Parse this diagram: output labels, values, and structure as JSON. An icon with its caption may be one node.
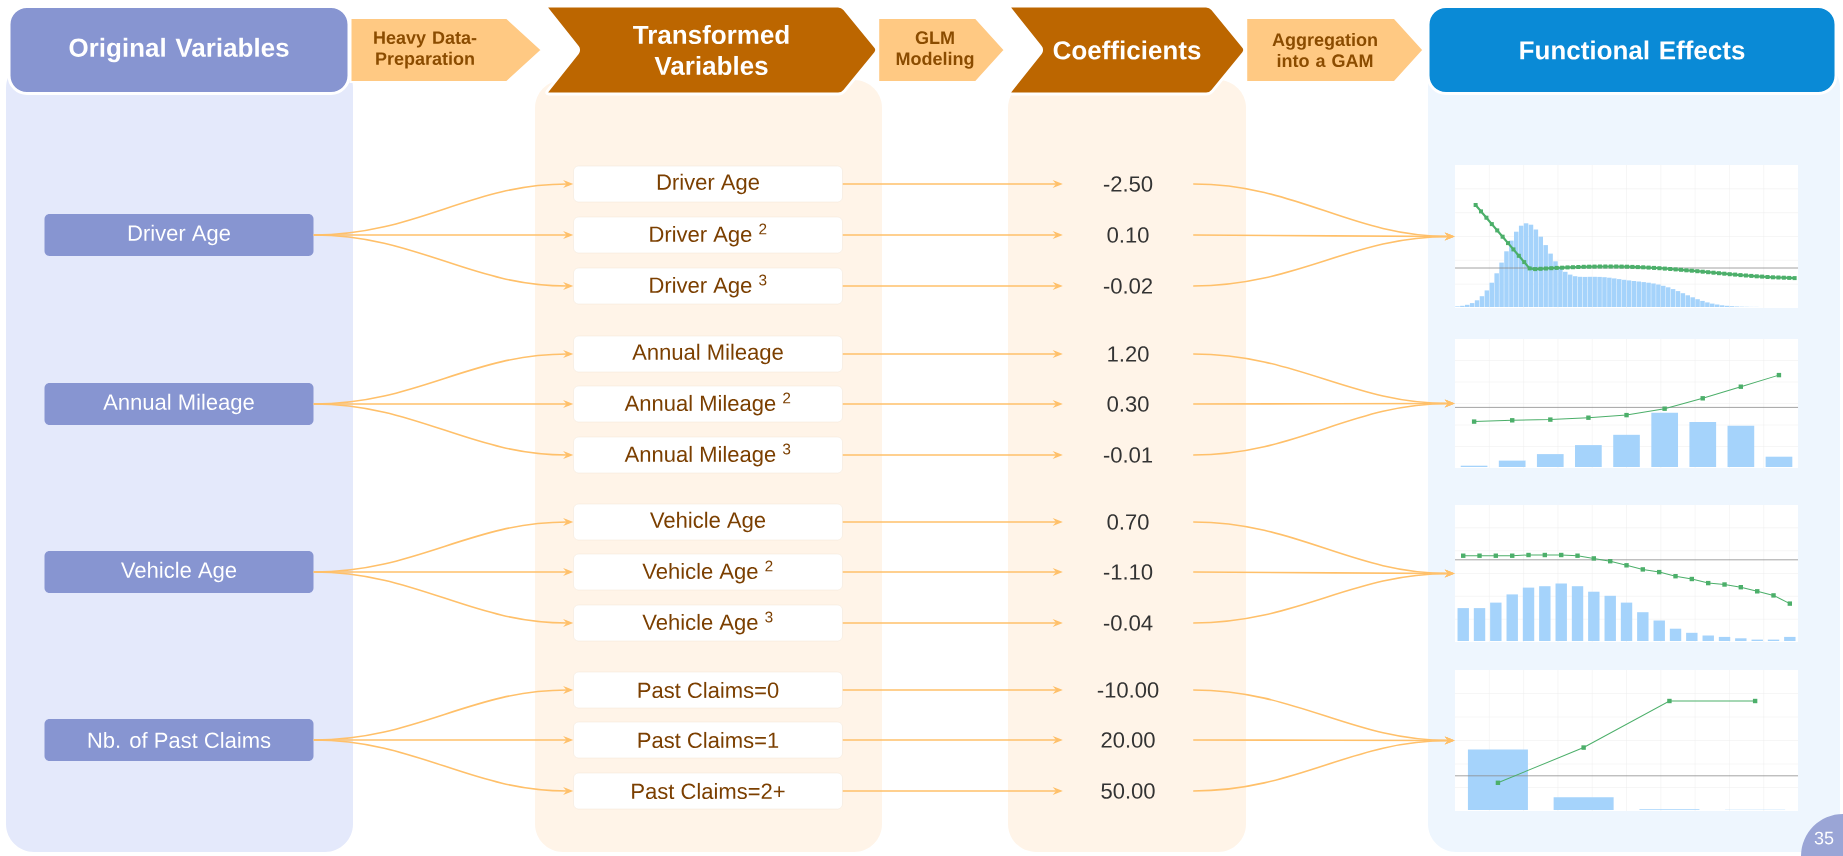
{
  "diagram": {
    "nodes": [
      {
        "text": [
          "Original Variables"
        ]
      },
      {
        "text": [
          "Transformed Variables"
        ]
      },
      {
        "text": [
          "Coefficients"
        ]
      },
      {
        "text": [
          "Functional Effects"
        ]
      },
      {
        "text": [
          "Driver Age"
        ]
      },
      {
        "text": [
          "Annual Mileage"
        ]
      },
      {
        "text": [
          "Vehicle Age"
        ]
      },
      {
        "text": [
          "Nb. of Past Claims"
        ]
      },
      {
        "text": [
          "Driver Age"
        ]
      },
      {
        "text": [
          "Driver Age $^{2}$"
        ]
      },
      {
        "text": [
          "Driver Age $^{3}$"
        ]
      },
      {
        "text": [
          "Annual Mileage"
        ]
      },
      {
        "text": [
          "Annual Mileage $^{2}$"
        ]
      },
      {
        "text": [
          "Annual Mileage $^{3}$"
        ]
      },
      {
        "text": [
          "Vehicle Age"
        ]
      },
      {
        "text": [
          "Vehicle Age $^{2}$"
        ]
      },
      {
        "text": [
          "Vehicle Age $^{3}$"
        ]
      },
      {
        "text": [
          "Past Claims=0"
        ]
      },
      {
        "text": [
          "Past Claims=1"
        ]
      },
      {
        "text": [
          "Past Claims=2+"
        ]
      },
      {
        "text": [
          "-2.50"
        ]
      },
      {
        "text": [
          "0.10"
        ]
      },
      {
        "text": [
          "-0.02"
        ]
      },
      {
        "text": [
          "1.20"
        ]
      },
      {
        "text": [
          "0.30"
        ]
      },
      {
        "text": [
          "-0.01"
        ]
      },
      {
        "text": [
          "0.70"
        ]
      },
      {
        "text": [
          "-1.10"
        ]
      },
      {
        "text": [
          "-0.04"
        ]
      },
      {
        "text": [
          "-10.00"
        ]
      },
      {
        "text": [
          "20.00"
        ]
      },
      {
        "text": [
          "50.00"
        ]
      },
      {
        "text": [],
        "shape": "chart"
      },
      {
        "text": [],
        "shape": "chart"
      },
      {
        "text": [],
        "shape": "chart"
      },
      {
        "text": [],
        "shape": "chart"
      }
    ],
    "edges": [
      {
        "from": 0,
        "to": 1,
        "label": "Heavy Data-Preparation",
        "arrow": "to"
      },
      {
        "from": 1,
        "to": 2,
        "label": "GLM Modeling",
        "arrow": "to"
      },
      {
        "from": 2,
        "to": 3,
        "label": "Aggregation into a GAM",
        "arrow": "to"
      },
      {
        "from": 4,
        "to": 8,
        "arrow": "to"
      },
      {
        "from": 4,
        "to": 9,
        "arrow": "to"
      },
      {
        "from": 4,
        "to": 10,
        "arrow": "to"
      },
      {
        "from": 5,
        "to": 11,
        "arrow": "to"
      },
      {
        "from": 5,
        "to": 12,
        "arrow": "to"
      },
      {
        "from": 5,
        "to": 13,
        "arrow": "to"
      },
      {
        "from": 6,
        "to": 14,
        "arrow": "to"
      },
      {
        "from": 6,
        "to": 15,
        "arrow": "to"
      },
      {
        "from": 6,
        "to": 16,
        "arrow": "to"
      },
      {
        "from": 7,
        "to": 17,
        "arrow": "to"
      },
      {
        "from": 7,
        "to": 18,
        "arrow": "to"
      },
      {
        "from": 7,
        "to": 19,
        "arrow": "to"
      },
      {
        "from": 8,
        "to": 20,
        "arrow": "to"
      },
      {
        "from": 9,
        "to": 21,
        "arrow": "to"
      },
      {
        "from": 10,
        "to": 22,
        "arrow": "to"
      },
      {
        "from": 11,
        "to": 23,
        "arrow": "to"
      },
      {
        "from": 12,
        "to": 24,
        "arrow": "to"
      },
      {
        "from": 13,
        "to": 25,
        "arrow": "to"
      },
      {
        "from": 14,
        "to": 26,
        "arrow": "to"
      },
      {
        "from": 15,
        "to": 27,
        "arrow": "to"
      },
      {
        "from": 16,
        "to": 28,
        "arrow": "to"
      },
      {
        "from": 17,
        "to": 29,
        "arrow": "to"
      },
      {
        "from": 18,
        "to": 30,
        "arrow": "to"
      },
      {
        "from": 19,
        "to": 31,
        "arrow": "to"
      },
      {
        "from": 20,
        "to": 32,
        "arrow": "to"
      },
      {
        "from": 21,
        "to": 32,
        "arrow": "to"
      },
      {
        "from": 22,
        "to": 32,
        "arrow": "to"
      },
      {
        "from": 23,
        "to": 33,
        "arrow": "to"
      },
      {
        "from": 24,
        "to": 33,
        "arrow": "to"
      },
      {
        "from": 25,
        "to": 33,
        "arrow": "to"
      },
      {
        "from": 26,
        "to": 34,
        "arrow": "to"
      },
      {
        "from": 27,
        "to": 34,
        "arrow": "to"
      },
      {
        "from": 28,
        "to": 34,
        "arrow": "to"
      },
      {
        "from": 29,
        "to": 35,
        "arrow": "to"
      },
      {
        "from": 30,
        "to": 35,
        "arrow": "to"
      },
      {
        "from": 31,
        "to": 35,
        "arrow": "to"
      }
    ],
    "labels": [
      "35"
    ]
  }
}
